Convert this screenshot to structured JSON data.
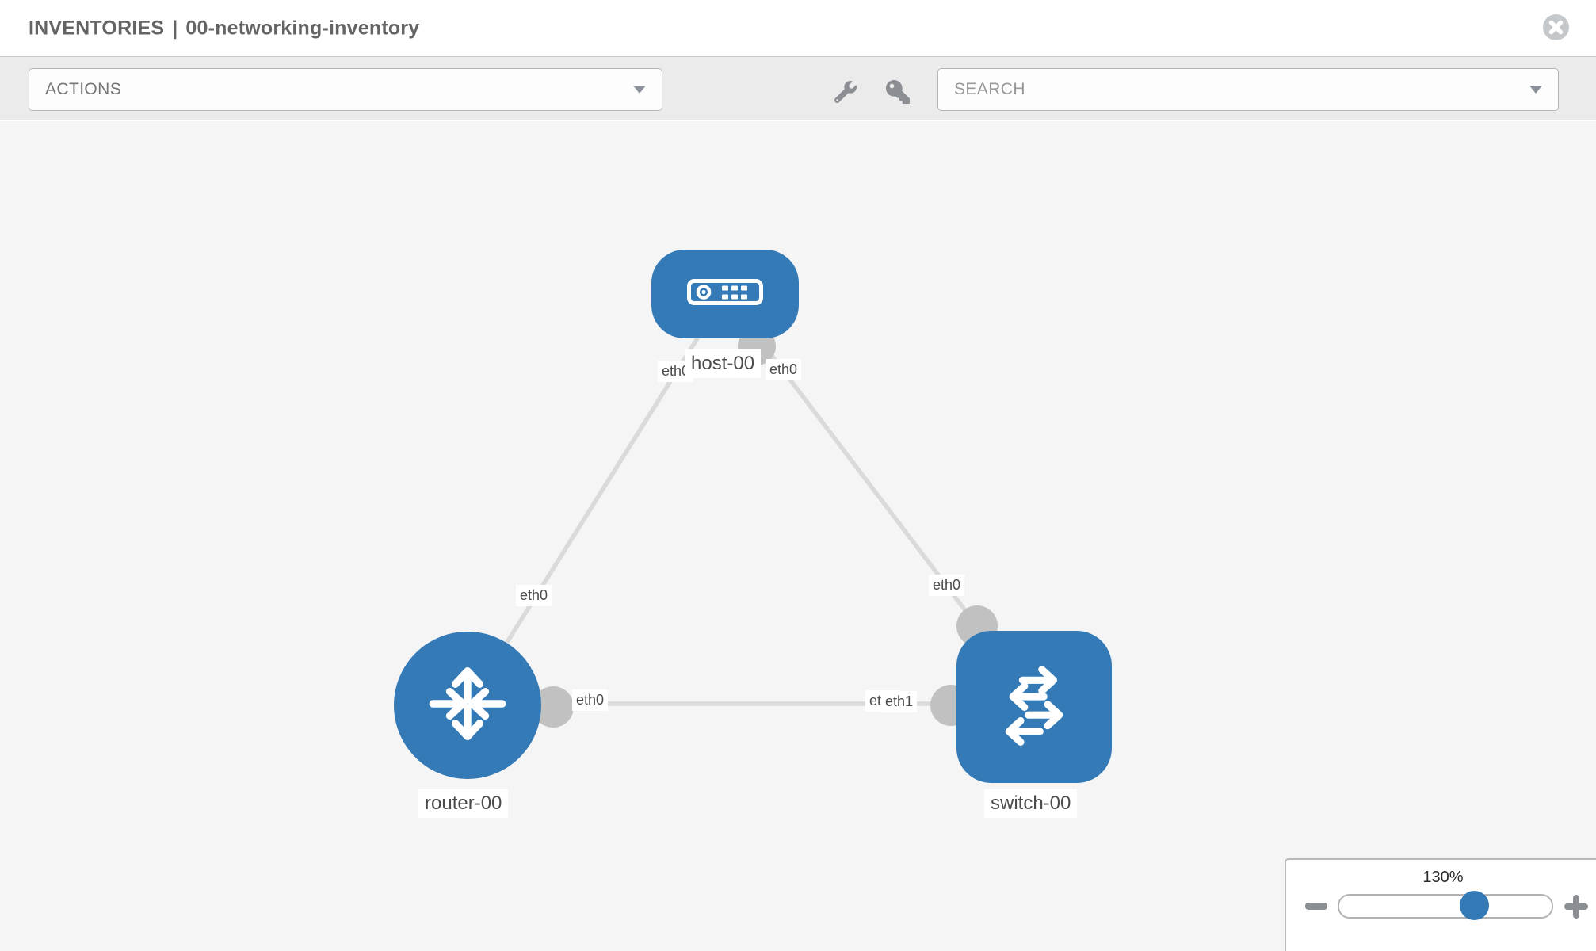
{
  "header": {
    "title_primary": "INVENTORIES",
    "title_separator": "|",
    "title_secondary": "00-networking-inventory"
  },
  "toolbar": {
    "actions_label": "ACTIONS",
    "search_placeholder": "SEARCH",
    "icons": [
      "wrench-icon",
      "key-icon"
    ]
  },
  "topology": {
    "nodes": [
      {
        "id": "host-00",
        "type": "host",
        "label": "host-00"
      },
      {
        "id": "router-00",
        "type": "router",
        "label": "router-00"
      },
      {
        "id": "switch-00",
        "type": "switch",
        "label": "switch-00"
      }
    ],
    "links": [
      {
        "source": "host-00",
        "target": "router-00",
        "source_interface": "eth0",
        "target_interface": "eth0"
      },
      {
        "source": "host-00",
        "target": "switch-00",
        "source_interface": "eth0",
        "target_interface": "eth0"
      },
      {
        "source": "router-00",
        "target": "switch-00",
        "source_interface": "eth0",
        "target_interface": "eth1"
      }
    ],
    "labels": {
      "host_if_left": "eth0",
      "host_if_right": "eth0",
      "link_hr_router_if": "eth0",
      "link_hs_switch_if": "eth0",
      "link_rs_router_if": "eth0",
      "link_rs_switch_if_back": "eth0",
      "link_rs_switch_if_front": "eth1"
    }
  },
  "zoom_control": {
    "level": "130%"
  },
  "colors": {
    "node_blue": "#337ab7",
    "link_gray": "#dadada",
    "endpoint_gray": "#c1c1c1",
    "canvas_bg": "#f5f5f6",
    "toolbar_bg": "#ebebeb",
    "icon_gray": "#8b8f94",
    "title_gray": "#646464"
  }
}
